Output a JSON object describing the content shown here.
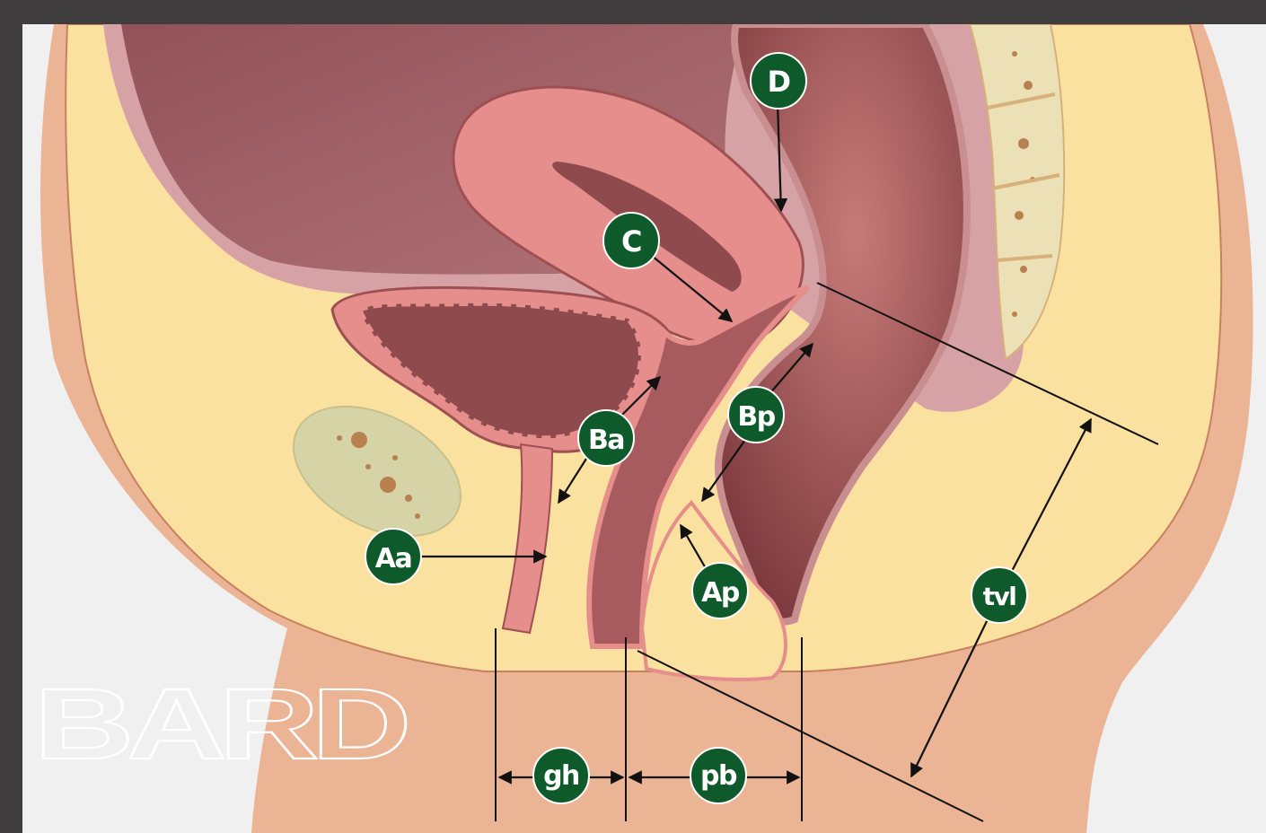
{
  "logo": {
    "text": "BARD"
  },
  "labels": {
    "D": "D",
    "C": "C",
    "Ba": "Ba",
    "Bp": "Bp",
    "Aa": "Aa",
    "Ap": "Ap",
    "tvl": "tvl",
    "gh": "gh",
    "pb": "pb"
  },
  "colors": {
    "badge": "#0f5a2b",
    "fat": "#fbe1a0",
    "skin": "#eab495",
    "organ_dark": "#8e4a4d",
    "organ_light": "#e58e8b",
    "bone": "#ece1b6"
  }
}
